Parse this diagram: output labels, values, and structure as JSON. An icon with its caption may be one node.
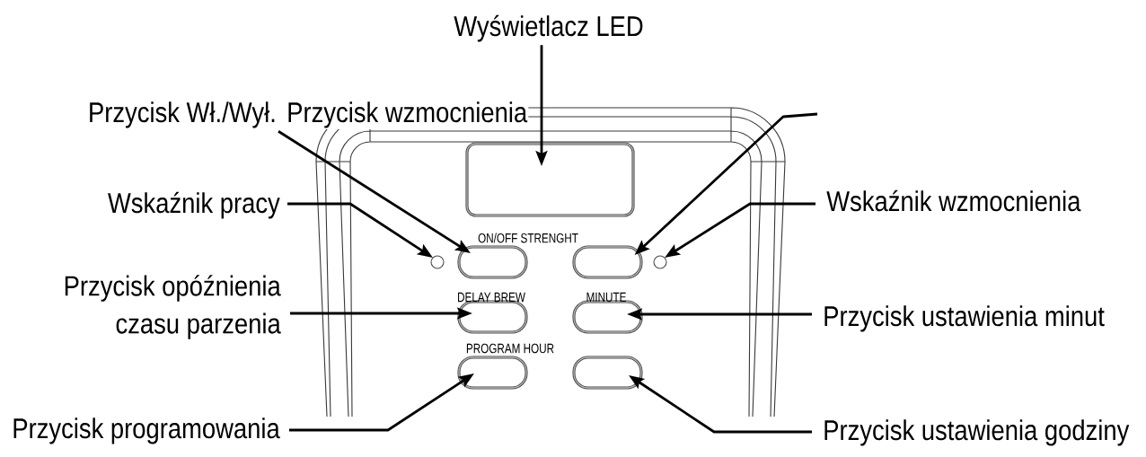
{
  "diagram": {
    "nodes": [
      {
        "text": [
          "Wyświetlacz LED"
        ]
      },
      {
        "text": [
          "Przycisk Wł./Wył."
        ]
      },
      {
        "text": [
          "Wskaźnik pracy"
        ]
      },
      {
        "text": [
          "Wskaźnik wzmocnienia"
        ]
      },
      {
        "text": [
          "Przycisk opóźnienia czasu parzenia"
        ]
      },
      {
        "text": [
          "Przycisk ustawienia minut"
        ]
      },
      {
        "text": [
          "Przycisk programowania"
        ]
      },
      {
        "text": [
          "Przycisk ustawienia godziny"
        ]
      },
      {
        "text": [],
        "shape": "box"
      },
      {
        "text": [],
        "shape": "circle"
      },
      {
        "text": [],
        "shape": "box"
      },
      {
        "text": [],
        "shape": "box"
      },
      {
        "text": [],
        "shape": "circle"
      },
      {
        "text": [],
        "shape": "box"
      },
      {
        "text": [],
        "shape": "box"
      },
      {
        "text": [],
        "shape": "box"
      },
      {
        "text": [],
        "shape": "box"
      }
    ],
    "edges": [
      {
        "from": 0,
        "to": 8,
        "arrow": "to"
      },
      {
        "from": 1,
        "to": 10,
        "arrow": "to"
      },
      {
        "from": null,
        "to": 11,
        "arrow": "to"
      },
      {
        "from": 2,
        "to": 9,
        "arrow": "to"
      },
      {
        "from": 3,
        "to": 12,
        "arrow": "to"
      },
      {
        "from": 4,
        "to": 13,
        "arrow": "to"
      },
      {
        "from": 5,
        "to": 14,
        "arrow": "to"
      },
      {
        "from": 6,
        "to": 15,
        "arrow": "to"
      },
      {
        "from": 7,
        "to": 16,
        "arrow": "to"
      }
    ],
    "labels": [
      "Przycisk wzmocnienia",
      "ON/OFF STRENGHT",
      "DELAY BREW",
      "MINUTE",
      "PROGRAM HOUR"
    ]
  }
}
